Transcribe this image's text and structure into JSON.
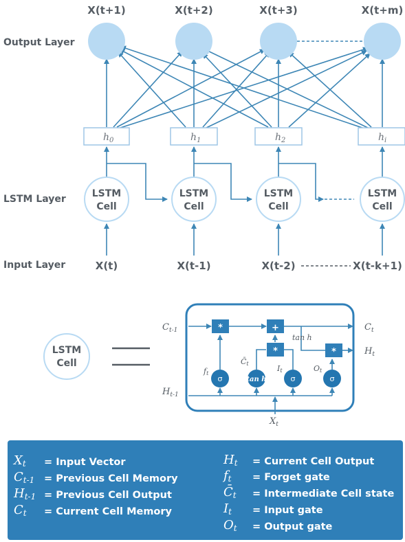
{
  "layers": {
    "output": "Output Layer",
    "lstm": "LSTM Layer",
    "input": "Input Layer"
  },
  "outputs": [
    "X(t+1)",
    "X(t+2)",
    "X(t+3)",
    "X(t+m)"
  ],
  "hidden": [
    "h",
    "h",
    "h",
    "h"
  ],
  "hidden_sub": [
    "0",
    "1",
    "2",
    "i"
  ],
  "cells": {
    "line1": "LSTM",
    "line2": "Cell"
  },
  "inputs": [
    "X(t)",
    "X(t-1)",
    "X(t-2)",
    "X(t-k+1)"
  ],
  "detail": {
    "cell_line1": "LSTM",
    "cell_line2": "Cell",
    "c_prev": "C",
    "c_prev_sub": "t-1",
    "h_prev": "H",
    "h_prev_sub": "t-1",
    "c_t": "C",
    "c_t_sub": "t",
    "h_t": "H",
    "h_t_sub": "t",
    "x_t": "X",
    "x_t_sub": "t",
    "tanh": "tan h",
    "mult": "*",
    "add": "+",
    "gate_f": "f",
    "gate_f_sub": "t",
    "gate_c": "C̄",
    "gate_c_sub": "t",
    "gate_i": "I",
    "gate_i_sub": "t",
    "gate_o": "O",
    "gate_o_sub": "t",
    "sigma": "σ",
    "tanh_gate": "tan h"
  },
  "legend": {
    "left": [
      {
        "sym": "X",
        "sub": "t",
        "text": "= Input Vector"
      },
      {
        "sym": "C",
        "sub": "t-1",
        "text": "= Previous Cell Memory"
      },
      {
        "sym": "H",
        "sub": "t-1",
        "text": "= Previous Cell Output"
      },
      {
        "sym": "C",
        "sub": "t",
        "text": "= Current Cell Memory"
      }
    ],
    "right": [
      {
        "sym": "H",
        "sub": "t",
        "text": "= Current Cell Output"
      },
      {
        "sym": "f",
        "sub": "t",
        "text": "= Forget gate"
      },
      {
        "sym": "C̄",
        "sub": "t",
        "text": "= Intermediate Cell state"
      },
      {
        "sym": "I",
        "sub": "t",
        "text": "= Input gate"
      },
      {
        "sym": "O",
        "sub": "t",
        "text": "= Output gate"
      }
    ]
  },
  "colors": {
    "output_node": "#b8daf3",
    "arrow": "#3d86b5",
    "legend_bg": "#2f7fb8",
    "gate": "#2476b0",
    "text": "#555c63"
  }
}
